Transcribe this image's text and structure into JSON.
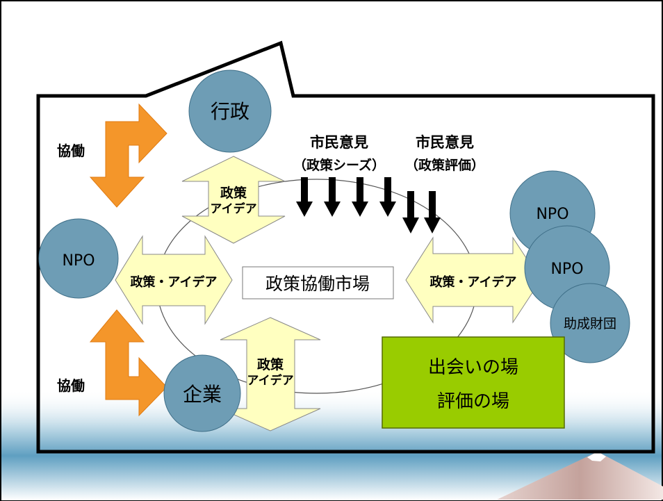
{
  "center_label": "政策協働市場",
  "nodes": {
    "gyosei": "行政",
    "npo_left": "NPO",
    "npo_right_1": "NPO",
    "npo_right_2": "NPO",
    "josei_zaidan": "助成財団",
    "kigyo": "企業"
  },
  "collaboration": {
    "top": "協働",
    "bottom": "協働"
  },
  "policy_idea": {
    "top_line1": "政策",
    "top_line2": "アイデア",
    "left": "政策・アイデア",
    "right": "政策・アイデア",
    "bottom_line1": "政策",
    "bottom_line2": "アイデア"
  },
  "citizen_opinion": {
    "seeds_line1": "市民意見",
    "seeds_line2": "（政策シーズ）",
    "eval_line1": "市民意見",
    "eval_line2": "（政策評価）"
  },
  "meeting_box": {
    "line1": "出会いの場",
    "line2": "評価の場",
    "color": "#99cc00"
  },
  "colors": {
    "circle_fill": "#6e9db5",
    "collab_arrow": "#f4962a",
    "idea_arrow": "#ffffc0",
    "opinion_arrow": "#000000"
  }
}
